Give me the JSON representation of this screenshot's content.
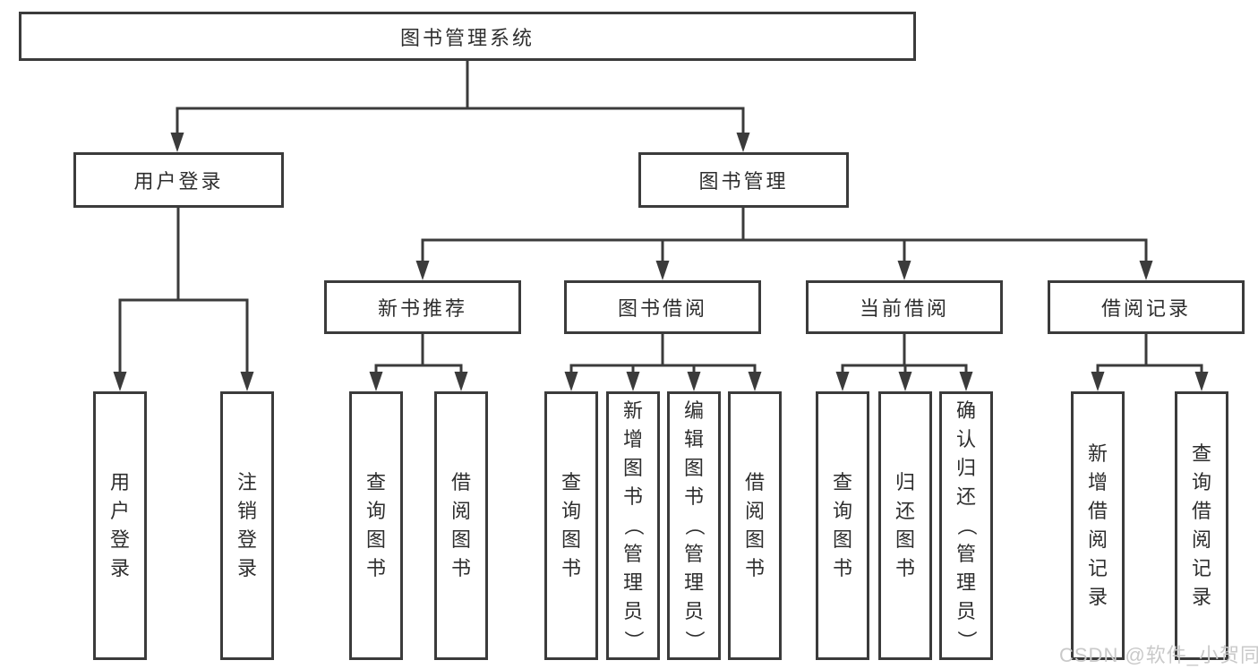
{
  "diagram": {
    "root": {
      "label": "图书管理系统"
    },
    "branches": [
      {
        "label": "用户登录",
        "children": [
          "用户登录",
          "注销登录"
        ]
      },
      {
        "label": "图书管理",
        "children": [
          {
            "label": "新书推荐",
            "children": [
              "查询图书",
              "借阅图书"
            ]
          },
          {
            "label": "图书借阅",
            "children": [
              "查询图书",
              "新增图书（管理员）",
              "编辑图书（管理员）",
              "借阅图书"
            ]
          },
          {
            "label": "当前借阅",
            "children": [
              "查询图书",
              "归还图书",
              "确认归还（管理员）"
            ]
          },
          {
            "label": "借阅记录",
            "children": [
              "新增借阅记录",
              "查询借阅记录"
            ]
          }
        ]
      }
    ]
  },
  "watermark": {
    "text": "CSDN @软件_小贺同学"
  },
  "colors": {
    "border": "#3b3b3b",
    "line": "#3b3b3b",
    "text": "#2e2e2e",
    "watermark": "#c9c9c9",
    "background": "#ffffff"
  }
}
